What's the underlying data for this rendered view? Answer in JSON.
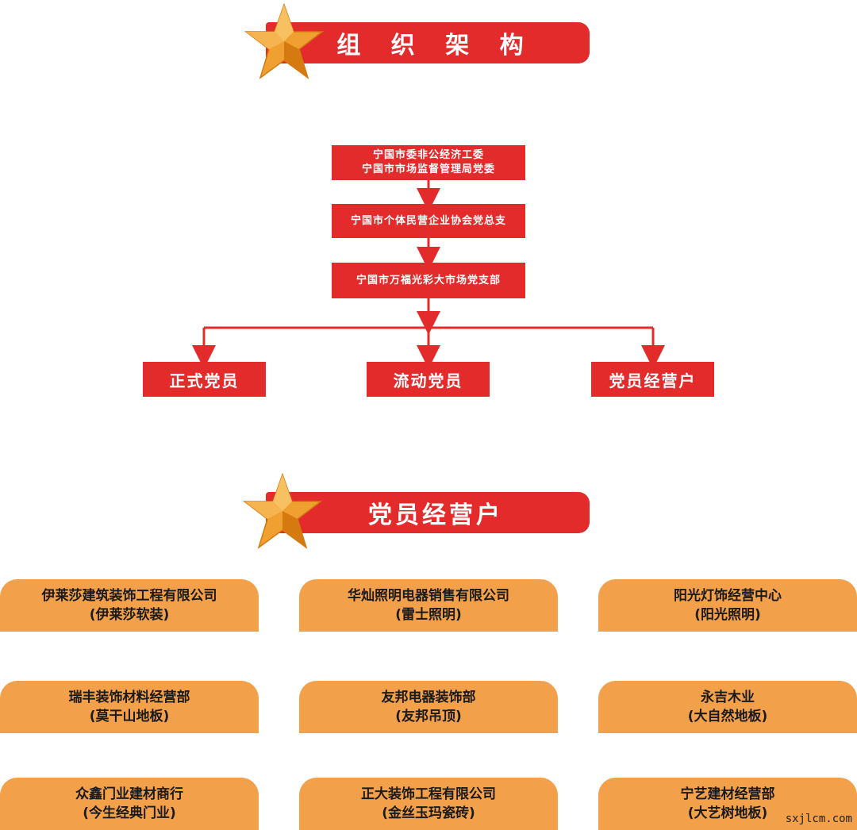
{
  "section1": {
    "title": "组 织 架 构"
  },
  "org": {
    "top": {
      "line1": "宁国市委非公经济工委",
      "line2": "宁国市市场监督管理局党委"
    },
    "level2": "宁国市个体民营企业协会党总支",
    "level3": "宁国市万福光彩大市场党支部",
    "branches": [
      "正式党员",
      "流动党员",
      "党员经营户"
    ]
  },
  "section2": {
    "title": "党员经营户"
  },
  "cards": [
    {
      "name": "伊莱莎建筑装饰工程有限公司",
      "brand": "(伊莱莎软装)"
    },
    {
      "name": "华灿照明电器销售有限公司",
      "brand": "(雷士照明)"
    },
    {
      "name": "阳光灯饰经营中心",
      "brand": "(阳光照明)"
    },
    {
      "name": "瑞丰装饰材料经营部",
      "brand": "(莫干山地板)"
    },
    {
      "name": "友邦电器装饰部",
      "brand": "(友邦吊顶)"
    },
    {
      "name": "永吉木业",
      "brand": "(大自然地板)"
    },
    {
      "name": "众鑫门业建材商行",
      "brand": "(今生经典门业)"
    },
    {
      "name": "正大装饰工程有限公司",
      "brand": "(金丝玉玛瓷砖)"
    },
    {
      "name": "宁艺建材经营部",
      "brand": "(大艺树地板)"
    }
  ],
  "watermark": "sxjlcm.com",
  "colors": {
    "red": "#e32b2b",
    "orange": "#f3a04b",
    "star": "#f0a030"
  }
}
